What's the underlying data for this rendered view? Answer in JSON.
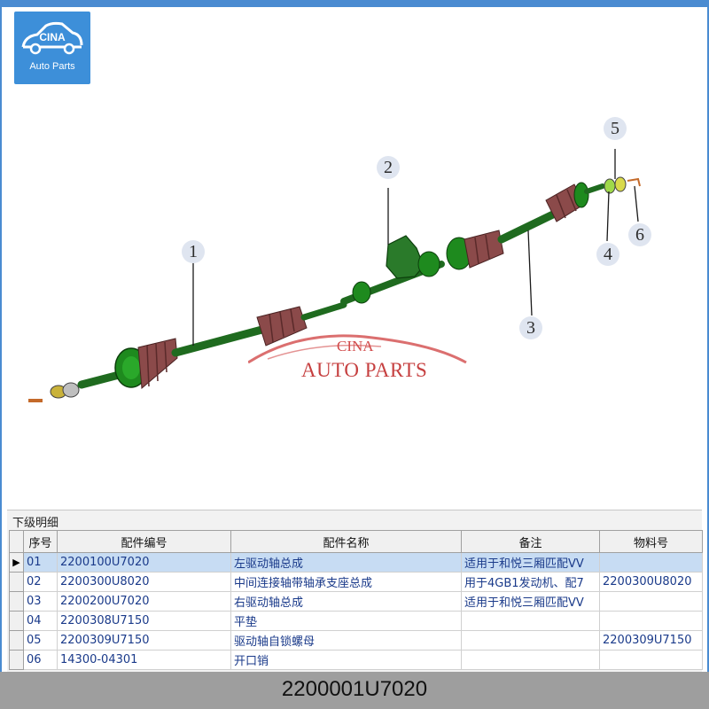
{
  "logo": {
    "line1": "CINA",
    "line2": "Auto Parts",
    "background": "#3d8fd9"
  },
  "diagram": {
    "callouts": [
      "1",
      "2",
      "3",
      "4",
      "5",
      "6"
    ],
    "watermark": {
      "line1": "CINA",
      "line2": "AUTO PARTS",
      "color": "#c64040"
    },
    "part_color": "#1f6b1f",
    "boot_color": "#7a3a3a"
  },
  "panel": {
    "title": "下级明细",
    "columns": [
      "序号",
      "配件编号",
      "配件名称",
      "备注",
      "物料号"
    ],
    "rows": [
      {
        "no": "01",
        "part_no": "2200100U7020",
        "name": "左驱动轴总成",
        "remark": "适用于和悦三厢匹配VV",
        "material": "",
        "selected": true
      },
      {
        "no": "02",
        "part_no": "2200300U8020",
        "name": "中间连接轴带轴承支座总成",
        "remark": "用于4GB1发动机、配7",
        "material": "2200300U8020",
        "selected": false
      },
      {
        "no": "03",
        "part_no": "2200200U7020",
        "name": "右驱动轴总成",
        "remark": "适用于和悦三厢匹配VV",
        "material": "",
        "selected": false
      },
      {
        "no": "04",
        "part_no": "2200308U7150",
        "name": "平垫",
        "remark": "",
        "material": "",
        "selected": false
      },
      {
        "no": "05",
        "part_no": "2200309U7150",
        "name": "驱动轴自锁螺母",
        "remark": "",
        "material": "2200309U7150",
        "selected": false
      },
      {
        "no": "06",
        "part_no": "14300-04301",
        "name": "开口销",
        "remark": "",
        "material": "",
        "selected": false
      }
    ],
    "selection_color": "#c7dcf3"
  },
  "footer": {
    "label": "2200001U7020",
    "background": "#9e9e9e"
  }
}
